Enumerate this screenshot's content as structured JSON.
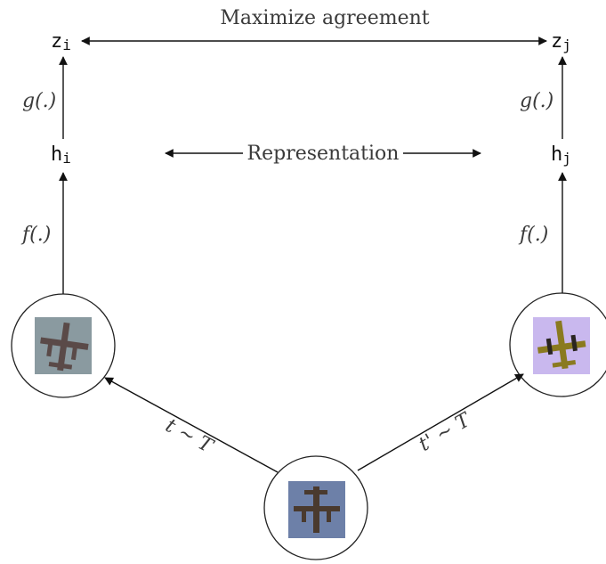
{
  "top_label": "Maximize agreement",
  "middle_label": "Representation",
  "left": {
    "z": "z",
    "z_sub": "i",
    "g": "g(.)",
    "h": "h",
    "h_sub": "i",
    "f": "f(.)"
  },
  "right": {
    "z": "z",
    "z_sub": "j",
    "g": "g(.)",
    "h": "h",
    "h_sub": "j",
    "f": "f(.)"
  },
  "left_aug_label": "t ~ T",
  "right_aug_label": "t' ~ T",
  "colors": {
    "left_image_bg": "#8a9aa0",
    "left_plane": "#5a4a48",
    "right_image_bg": "#c9b8ee",
    "right_plane": "#8a7a20",
    "bottom_image_bg": "#6d80a8",
    "bottom_plane": "#4a3a2e"
  },
  "icons": {
    "left_image": "airplane-icon",
    "right_image": "airplane-icon",
    "bottom_image": "airplane-icon"
  }
}
